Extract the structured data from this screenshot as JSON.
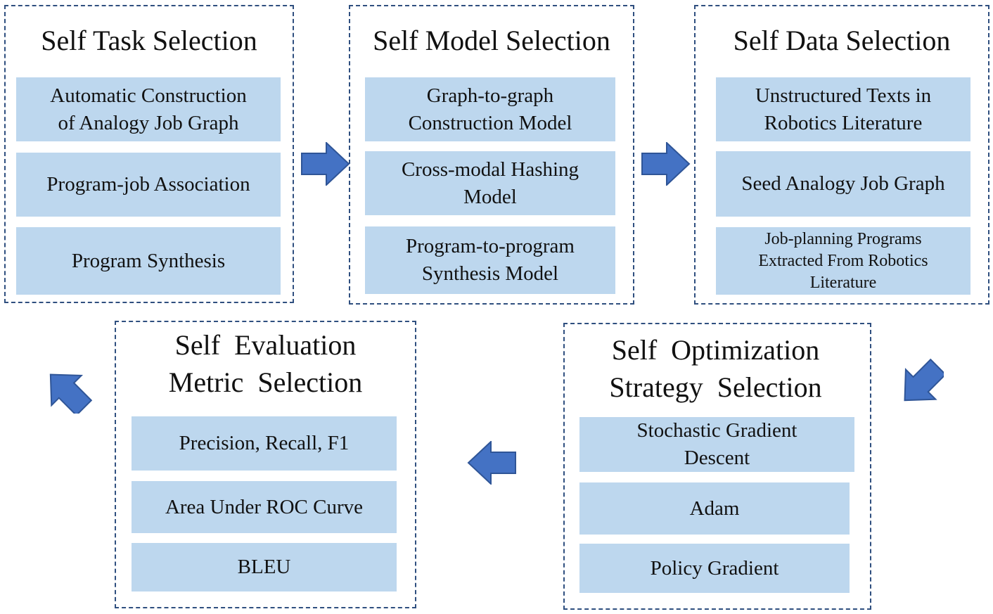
{
  "colors": {
    "border": "#2f4f7f",
    "box_fill": "#bdd7ee",
    "arrow_fill": "#4472c4",
    "arrow_stroke": "#2f5597"
  },
  "panels": [
    {
      "title": "Self Task Selection",
      "items": [
        "Automatic Construction\nof Analogy Job Graph",
        "Program-job Association",
        "Program Synthesis"
      ]
    },
    {
      "title": "Self Model Selection",
      "items": [
        "Graph-to-graph\nConstruction Model",
        "Cross-modal Hashing\nModel",
        "Program-to-program\nSynthesis Model"
      ]
    },
    {
      "title": "Self Data Selection",
      "items": [
        "Unstructured Texts in\nRobotics Literature",
        "Seed Analogy Job Graph",
        "Job-planning Programs\nExtracted From Robotics\nLiterature"
      ]
    },
    {
      "title": "Self  Optimization\nStrategy  Selection",
      "items": [
        "Stochastic Gradient\nDescent",
        "Adam",
        "Policy Gradient"
      ]
    },
    {
      "title": "Self  Evaluation\nMetric  Selection",
      "items": [
        "Precision, Recall, F1",
        "Area Under ROC Curve",
        "BLEU"
      ]
    }
  ],
  "arrows": [
    "arrow-right-icon",
    "arrow-right-icon",
    "arrow-down-left-icon",
    "arrow-left-icon",
    "arrow-up-left-icon"
  ]
}
